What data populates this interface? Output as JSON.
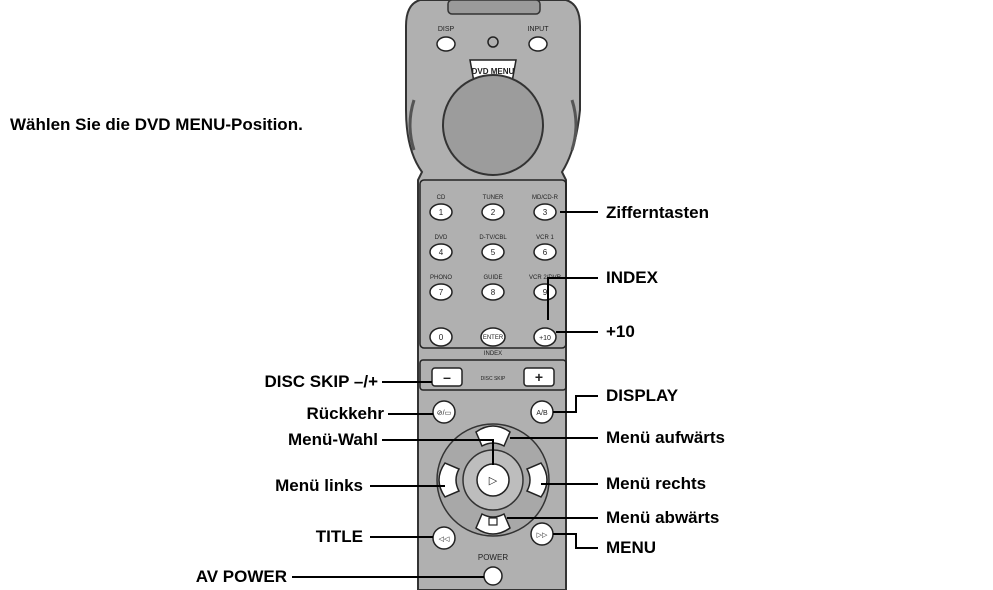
{
  "instruction": "Wählen Sie die DVD MENU-Position.",
  "callouts": {
    "digits": "Zifferntasten",
    "index": "INDEX",
    "plus10": "+10",
    "disc_skip": "DISC SKIP –/+",
    "display": "DISPLAY",
    "return": "Rückkehr",
    "menu_select": "Menü-Wahl",
    "menu_up": "Menü aufwärts",
    "menu_left": "Menü links",
    "menu_right": "Menü rechts",
    "menu_down": "Menü abwärts",
    "title": "TITLE",
    "menu": "MENU",
    "av_power": "AV POWER"
  },
  "remote": {
    "top": {
      "disp": "DISP",
      "input": "INPUT",
      "dvd_menu": "DVD MENU"
    },
    "keys": [
      {
        "caption": "CD",
        "digit": "1"
      },
      {
        "caption": "TUNER",
        "digit": "2"
      },
      {
        "caption": "MD/CD-R",
        "digit": "3"
      },
      {
        "caption": "DVD",
        "digit": "4"
      },
      {
        "caption": "D-TV/CBL",
        "digit": "5"
      },
      {
        "caption": "VCR 1",
        "digit": "6"
      },
      {
        "caption": "PHONO",
        "digit": "7"
      },
      {
        "caption": "GUIDE",
        "digit": "8"
      },
      {
        "caption": "VCR 2/DVR",
        "digit": "9"
      }
    ],
    "zero": "0",
    "enter": "ENTER",
    "plus10_key": "+10",
    "index_caption": "INDEX",
    "minus": "–",
    "plus": "+",
    "disc_skip_caption": "DISC SKIP",
    "ab": "A/B",
    "return_key": "⊘/▭",
    "center": "▷",
    "down": "□",
    "power": "POWER"
  }
}
